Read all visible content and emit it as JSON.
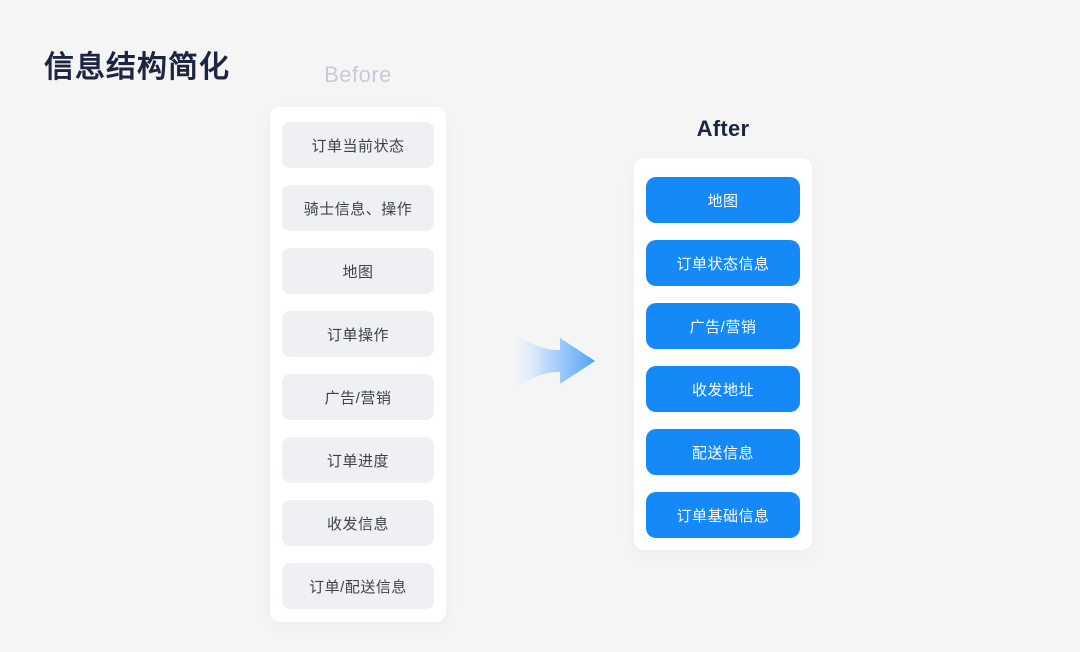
{
  "page": {
    "title": "信息结构简化"
  },
  "before": {
    "label": "Before",
    "items": [
      "订单当前状态",
      "骑士信息、操作",
      "地图",
      "订单操作",
      "广告/营销",
      "订单进度",
      "收发信息",
      "订单/配送信息"
    ]
  },
  "after": {
    "label": "After",
    "items": [
      "地图",
      "订单状态信息",
      "广告/营销",
      "收发地址",
      "配送信息",
      "订单基础信息"
    ]
  },
  "icons": {
    "arrow": "right-arrow-icon"
  },
  "colors": {
    "background": "#f5f5f6",
    "card": "#ffffff",
    "item_gray": "#eef0f3",
    "item_gray_text": "#3e434b",
    "accent_blue": "#1689f8",
    "blue_item_text": "#ffffff",
    "title_navy": "#1d2540",
    "before_label_gray": "#c6ccd6",
    "arrow_gradient_end": "#4da2f7"
  }
}
